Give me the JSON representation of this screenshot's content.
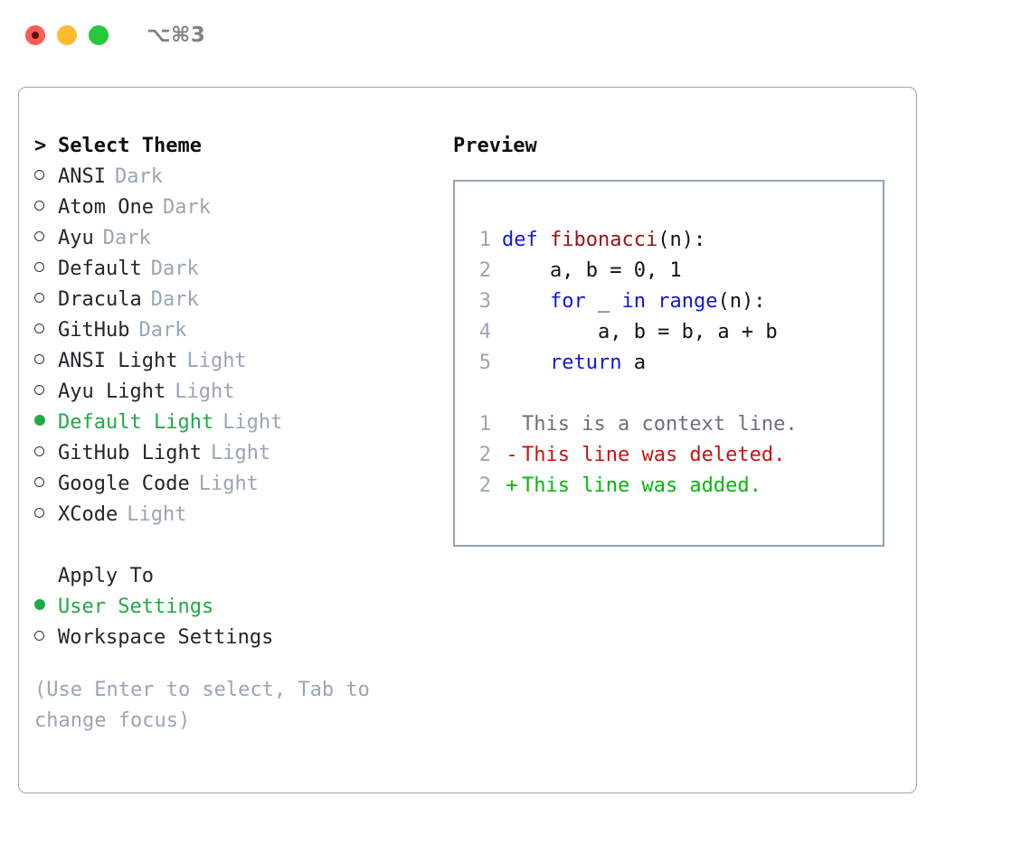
{
  "window": {
    "title": "⌥⌘3",
    "controls": [
      {
        "name": "close",
        "color": "#fb5d55"
      },
      {
        "name": "minimize",
        "color": "#fdbc2e"
      },
      {
        "name": "maximize",
        "color": "#27c73f"
      }
    ]
  },
  "theme_picker": {
    "header_marker": ">",
    "header": "Select Theme",
    "items": [
      {
        "marker": "○",
        "label": "ANSI",
        "variant": "Dark",
        "selected": false
      },
      {
        "marker": "○",
        "label": "Atom One",
        "variant": "Dark",
        "selected": false
      },
      {
        "marker": "○",
        "label": "Ayu",
        "variant": "Dark",
        "selected": false
      },
      {
        "marker": "○",
        "label": "Default",
        "variant": "Dark",
        "selected": false
      },
      {
        "marker": "○",
        "label": "Dracula",
        "variant": "Dark",
        "selected": false
      },
      {
        "marker": "○",
        "label": "GitHub",
        "variant": "Dark",
        "selected": false
      },
      {
        "marker": "○",
        "label": "ANSI Light",
        "variant": "Light",
        "selected": false
      },
      {
        "marker": "○",
        "label": "Ayu Light",
        "variant": "Light",
        "selected": false
      },
      {
        "marker": "●",
        "label": "Default Light",
        "variant": "Light",
        "selected": true
      },
      {
        "marker": "○",
        "label": "GitHub Light",
        "variant": "Light",
        "selected": false
      },
      {
        "marker": "○",
        "label": "Google Code",
        "variant": "Light",
        "selected": false
      },
      {
        "marker": "○",
        "label": "XCode",
        "variant": "Light",
        "selected": false
      }
    ]
  },
  "apply_to": {
    "header": "Apply To",
    "items": [
      {
        "marker": "●",
        "label": "User Settings",
        "selected": true
      },
      {
        "marker": "○",
        "label": "Workspace Settings",
        "selected": false
      }
    ]
  },
  "hint": "(Use Enter to select, Tab to change focus)",
  "preview": {
    "title": "Preview",
    "code_lines": [
      {
        "no": "1",
        "tokens": [
          {
            "t": "def ",
            "c": "kw"
          },
          {
            "t": "fibonacci",
            "c": "fn"
          },
          {
            "t": "(n):",
            "c": "plain"
          }
        ]
      },
      {
        "no": "2",
        "tokens": [
          {
            "t": "    a, b = 0, 1",
            "c": "plain"
          }
        ]
      },
      {
        "no": "3",
        "tokens": [
          {
            "t": "    ",
            "c": "plain"
          },
          {
            "t": "for",
            "c": "kw"
          },
          {
            "t": " _ ",
            "c": "plain"
          },
          {
            "t": "in",
            "c": "kw"
          },
          {
            "t": " ",
            "c": "plain"
          },
          {
            "t": "range",
            "c": "kw"
          },
          {
            "t": "(n):",
            "c": "plain"
          }
        ]
      },
      {
        "no": "4",
        "tokens": [
          {
            "t": "        a, b = b, a + b",
            "c": "plain"
          }
        ]
      },
      {
        "no": "5",
        "tokens": [
          {
            "t": "    ",
            "c": "plain"
          },
          {
            "t": "return",
            "c": "kw"
          },
          {
            "t": " a",
            "c": "plain"
          }
        ]
      }
    ],
    "diff_lines": [
      {
        "no": "1",
        "sign": " ",
        "text": "This is a context line.",
        "kind": "ctx"
      },
      {
        "no": "2",
        "sign": "-",
        "text": "This line was deleted.",
        "kind": "del"
      },
      {
        "no": "2",
        "sign": "+",
        "text": "This line was added.",
        "kind": "add"
      }
    ]
  },
  "colors": {
    "accent_green": "#1eab45",
    "muted": "#9aa5b5",
    "keyword_blue": "#1414e0",
    "function_red": "#9c1212",
    "diff_delete": "#cc1111",
    "diff_add": "#06b70c",
    "border": "#94a3b8"
  }
}
